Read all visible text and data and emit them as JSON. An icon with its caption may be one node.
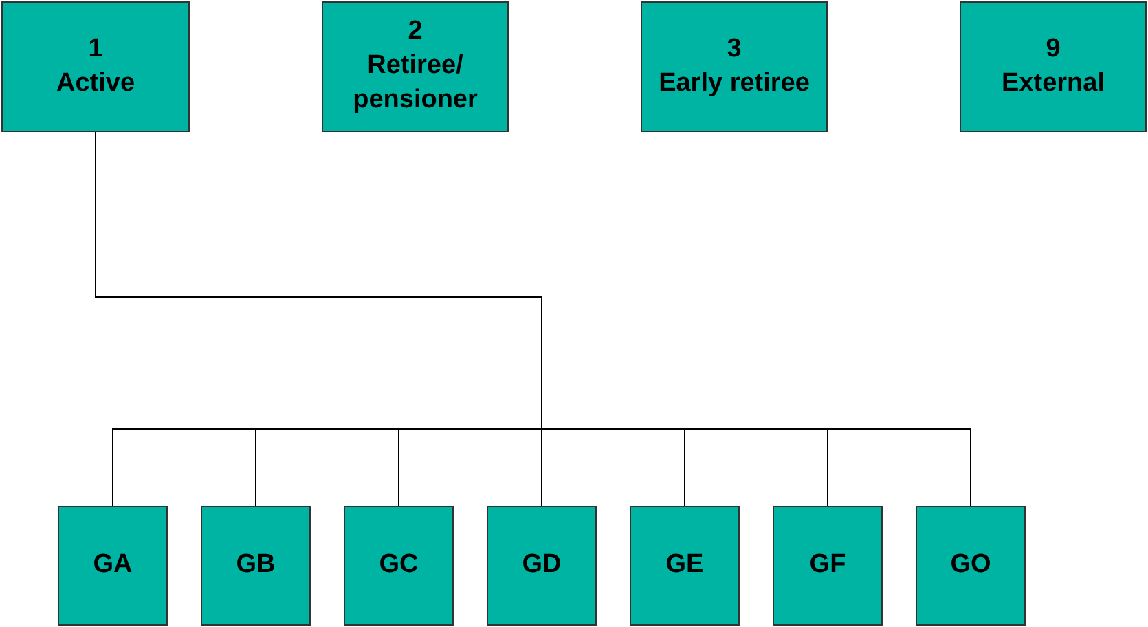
{
  "diagram": {
    "nodes": [
      {
        "text": [
          "1",
          "Active"
        ]
      },
      {
        "text": [
          "2",
          "Retiree/ pensioner"
        ]
      },
      {
        "text": [
          "3",
          "Early retiree"
        ]
      },
      {
        "text": [
          "9",
          "External"
        ]
      },
      {
        "text": [
          "GA"
        ]
      },
      {
        "text": [
          "GB"
        ]
      },
      {
        "text": [
          "GC"
        ]
      },
      {
        "text": [
          "GD"
        ]
      },
      {
        "text": [
          "GE"
        ]
      },
      {
        "text": [
          "GF"
        ]
      },
      {
        "text": [
          "GO"
        ]
      }
    ],
    "edges": [
      {
        "from": 0,
        "to": 4,
        "arrow": "none"
      },
      {
        "from": 0,
        "to": 5,
        "arrow": "none"
      },
      {
        "from": 0,
        "to": 6,
        "arrow": "none"
      },
      {
        "from": 0,
        "to": 7,
        "arrow": "none"
      },
      {
        "from": 0,
        "to": 8,
        "arrow": "none"
      },
      {
        "from": 0,
        "to": 9,
        "arrow": "none"
      },
      {
        "from": 0,
        "to": 10,
        "arrow": "none"
      }
    ]
  }
}
